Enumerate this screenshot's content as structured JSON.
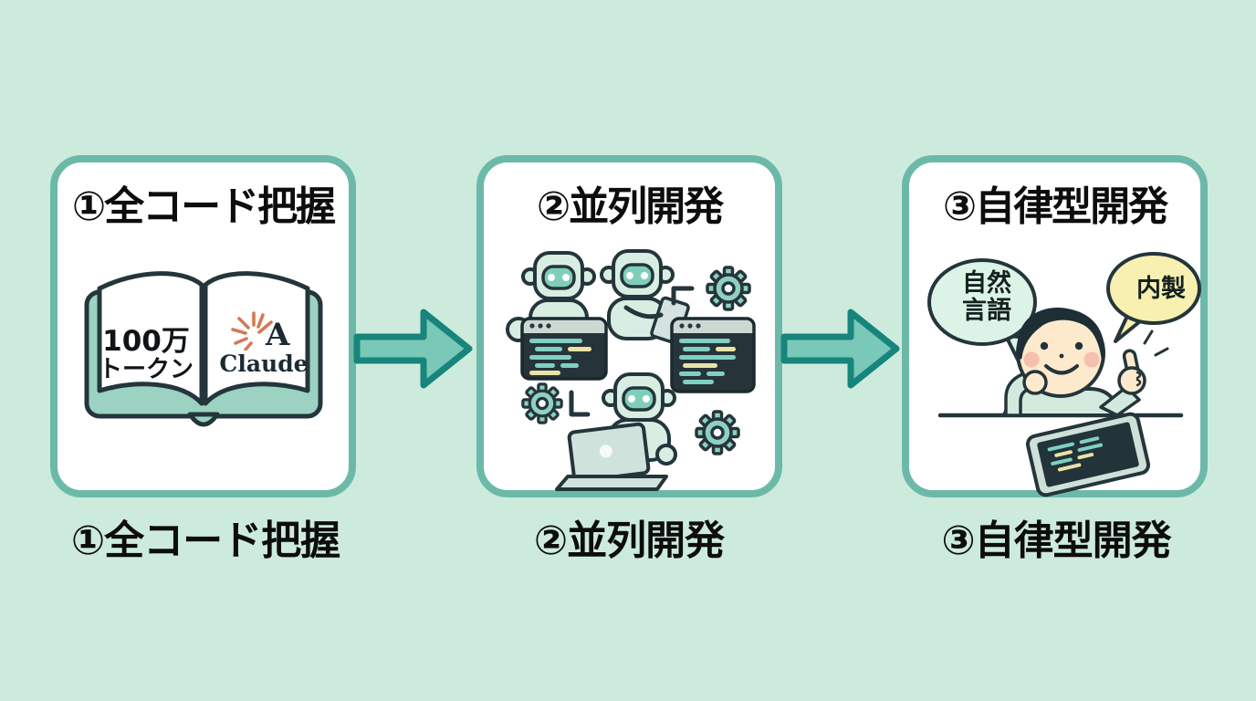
{
  "colors": {
    "background": "#cdebdd",
    "panel_bg": "#ffffff",
    "panel_border": "#6cb9a9",
    "text": "#0d0d0d",
    "arrow_fill": "#79c8b8",
    "arrow_stroke": "#17857c",
    "outline_dark": "#24353b",
    "claude_orange": "#d27a56",
    "code_window": "#26343a",
    "code_line_teal": "#7fd0c0",
    "code_line_yellow": "#e9e3a6",
    "robot_mint": "#d8eee3",
    "robot_visor": "#7fceba",
    "gear_teal": "#8fd0c0",
    "bubble_mint": "#dcf3e7",
    "bubble_yellow": "#f8f0b0",
    "skin": "#fdeacc",
    "blush": "#f6c0ae",
    "hair": "#1e2e35",
    "shirt": "#d2eadd"
  },
  "panels": [
    {
      "title": "①全コード把握",
      "caption": "①全コード把握",
      "book": {
        "line1": "100万",
        "line2": "トークン",
        "logo_letter": "A",
        "logo_text": "Claude"
      }
    },
    {
      "title": "②並列開発",
      "caption": "②並列開発"
    },
    {
      "title": "③自律型開発",
      "caption": "③自律型開発",
      "bubble_left_line1": "自然",
      "bubble_left_line2": "言語",
      "bubble_right": "内製"
    }
  ]
}
